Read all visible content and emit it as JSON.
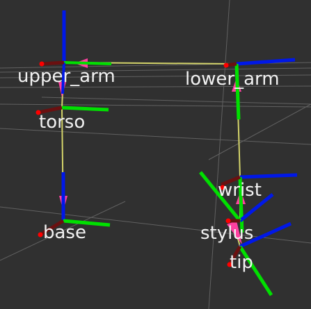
{
  "view": {
    "background": "#303030",
    "grid_color": "#8a8a8a"
  },
  "colors": {
    "x_axis": "#00e000",
    "y_axis": "#0018e8",
    "z_axis": "#e00000",
    "tf_link": "#d4d46a",
    "tf_arrow": "#ff40a0",
    "frame_origin": "#ff0000",
    "label": "#f2f2f2"
  },
  "frames": {
    "upper_arm": {
      "label": "upper_arm"
    },
    "lower_arm": {
      "label": "lower_arm"
    },
    "torso": {
      "label": "torso"
    },
    "wrist": {
      "label": "wrist"
    },
    "base": {
      "label": "base"
    },
    "stylus": {
      "label": "stylus"
    },
    "tip": {
      "label": "tip"
    }
  }
}
